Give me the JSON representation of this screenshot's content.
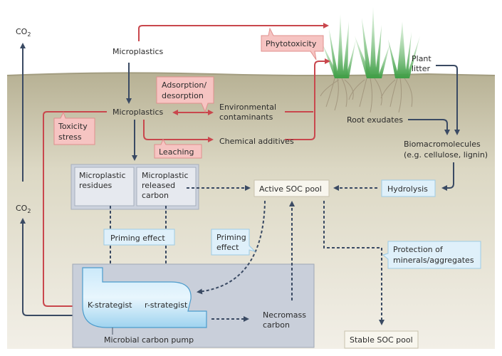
{
  "diagram": {
    "labels": {
      "co2_top": "CO",
      "co2_top_sub": "2",
      "co2_mid": "CO",
      "co2_mid_sub": "2",
      "microplastics_surface": "Microplastics",
      "microplastics_soil": "Microplastics",
      "environmental_line1": "Environmental",
      "environmental_line2": "contaminants",
      "chemical_additives": "Chemical additives",
      "plant_line1": "Plant",
      "plant_line2": "litter",
      "root_exudates": "Root exudates",
      "biomacro_line1": "Biomacromolecules",
      "biomacro_line2": "(e.g. cellulose, lignin)",
      "necromass_line1": "Necromass",
      "necromass_line2": "carbon",
      "k_strategist": "K-strategist",
      "r_strategist": "r-strategist",
      "microbial_pump": "Microbial carbon pump"
    },
    "pink_callouts": {
      "phytotoxicity": "Phytotoxicity",
      "adsorption_line1": "Adsorption/",
      "adsorption_line2": "desorption",
      "toxicity_line1": "Toxicity",
      "toxicity_line2": "stress",
      "leaching": "Leaching"
    },
    "blue_callouts": {
      "priming_left": "Priming effect",
      "priming_right_line1": "Priming",
      "priming_right_line2": "effect",
      "hydrolysis": "Hydrolysis",
      "protection_line1": "Protection of",
      "protection_line2": "minerals/aggregates"
    },
    "boxes": {
      "residues_line1": "Microplastic",
      "residues_line2": "residues",
      "released_line1": "Microplastic",
      "released_line2": "released",
      "released_line3": "carbon",
      "active_soc": "Active SOC pool",
      "stable_soc": "Stable SOC pool"
    },
    "colors": {
      "red_flow": "#c9474d",
      "navy_flow": "#3a4a63",
      "pink_fill": "#f6c4c2",
      "blue_fill": "#dff0fa",
      "soil_top": "#bdb79c",
      "soil_bottom": "#f3f0e8",
      "plant_green": "#4fae52"
    }
  }
}
